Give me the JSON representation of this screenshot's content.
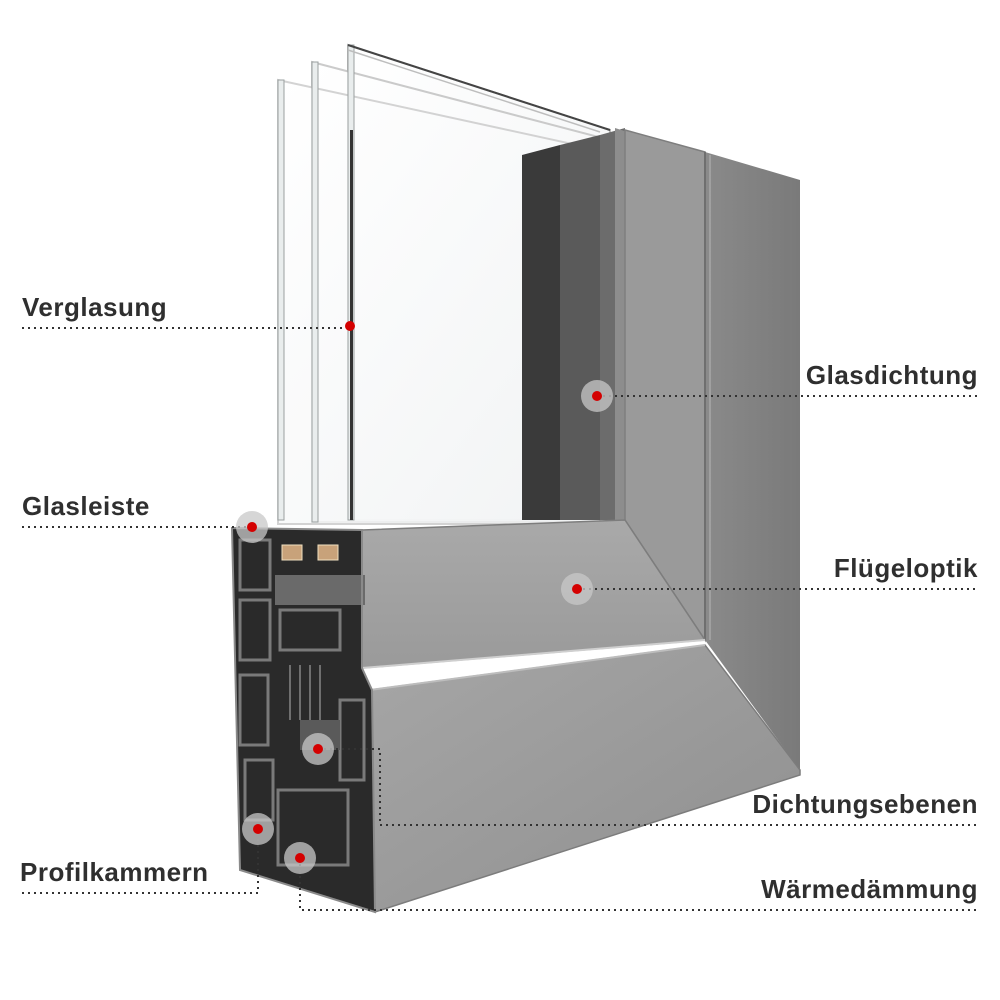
{
  "colors": {
    "label_text": "#2f2f2f",
    "marker": "#d40000",
    "marker_halo": "#c8c8c8",
    "frame_face": "#9b9b9b",
    "profile_dark": "#2b2b2b",
    "insulation": "#c8a27a"
  },
  "callouts": {
    "verglasung": {
      "label": "Verglasung"
    },
    "glasdichtung": {
      "label": "Glasdichtung"
    },
    "glasleiste": {
      "label": "Glasleiste"
    },
    "fluegeloptik": {
      "label": "Flügeloptik"
    },
    "dichtungsebenen": {
      "label": "Dichtungsebenen"
    },
    "profilkammern": {
      "label": "Profilkammern"
    },
    "waermedaemmung": {
      "label": "Wärmedämmung"
    }
  }
}
